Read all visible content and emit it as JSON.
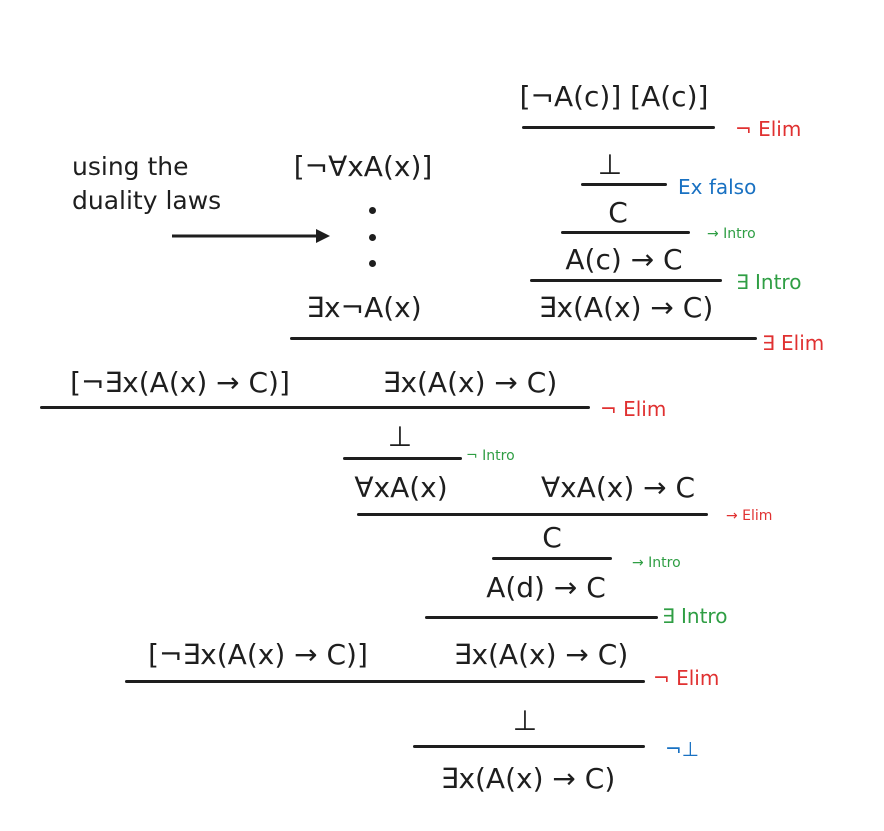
{
  "note": {
    "line1": "using the",
    "line2": "duality laws"
  },
  "formulas": {
    "f1": "[¬A(c)] [A(c)]",
    "f2": "⊥",
    "f3": "C",
    "f4": "A(c) → C",
    "f5": "∃x(A(x) → C)",
    "f6": "[¬∀xA(x)]",
    "f7": "∃x¬A(x)",
    "f8": "[¬∃x(A(x) → C)]",
    "f9": "∃x(A(x) → C)",
    "f10": "⊥",
    "f11": "∀xA(x)",
    "f12": "∀xA(x) → C",
    "f13": "C",
    "f14": "A(d) → C",
    "f15": "[¬∃x(A(x) → C)]",
    "f16": "∃x(A(x) → C)",
    "f17": "⊥",
    "f18": "∃x(A(x) → C)"
  },
  "rules": {
    "r1": "¬ Elim",
    "r2": "Ex falso",
    "r3": "→ Intro",
    "r4": "∃ Intro",
    "r5": "∃ Elim",
    "r6": "¬ Elim",
    "r7": "¬ Intro",
    "r8": "→ Elim",
    "r9": "→ Intro",
    "r10": "∃ Intro",
    "r11": "¬ Elim",
    "r12": "¬⊥"
  },
  "colors": {
    "elim": "#e03131",
    "intro": "#2f9e44",
    "falsum": "#1971c2"
  }
}
